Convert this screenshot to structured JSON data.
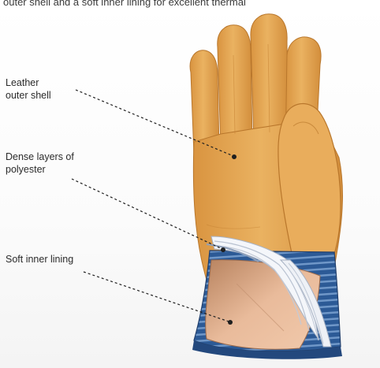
{
  "intro_text": "outer shell and a soft inner lining for excellent thermal",
  "labels": {
    "leather": [
      "Leather",
      "outer shell"
    ],
    "polyester": [
      "Dense layers of",
      "polyester"
    ],
    "lining": [
      "Soft inner lining"
    ]
  },
  "colors": {
    "leather": "#e3a552",
    "leather_shadow": "#c47f2f",
    "cuff_blue": "#2f5f9e",
    "lining": "#e5b493",
    "polyester": "#f2f4f8"
  }
}
